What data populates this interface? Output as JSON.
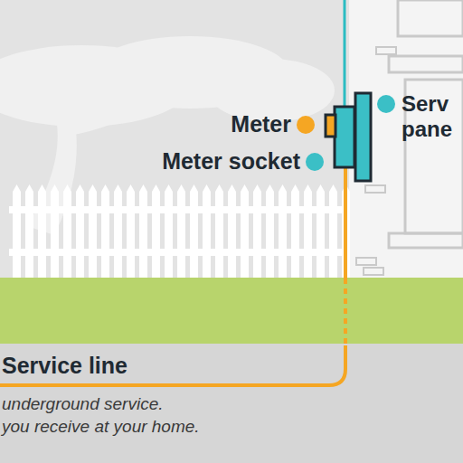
{
  "diagram": {
    "labels": [
      "Meter",
      "Meter socket",
      "Serv pane",
      "Service line",
      "underground service.",
      "you receive at your home."
    ]
  }
}
